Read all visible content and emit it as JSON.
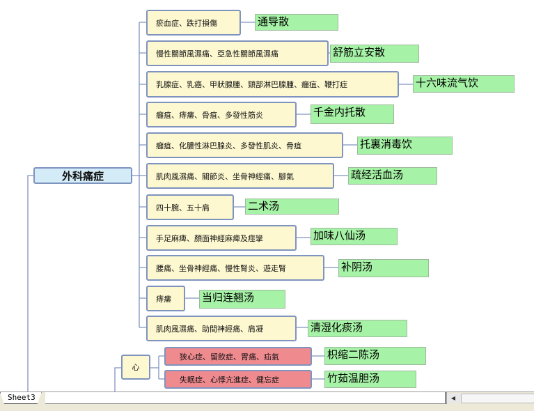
{
  "root": {
    "label": "外科痛症"
  },
  "branches": [
    {
      "symptom": "瘀血症、跌打損傷",
      "remedy": "通导散"
    },
    {
      "symptom": "慢性關節風濕痛、亞急性關節風濕痛",
      "remedy": "舒筋立安散"
    },
    {
      "symptom": "乳腺症、乳癌、甲狀腺腫、頸部淋巴腺腫、癰疽、鞭打症",
      "remedy": "十六味流气饮"
    },
    {
      "symptom": "癰疽、痔瘻、骨疽、多發性筋炎",
      "remedy": "千金内托散"
    },
    {
      "symptom": "癰疽、化膿性淋巴腺炎、多發性肌炎、骨疽",
      "remedy": "托裏消毒饮"
    },
    {
      "symptom": "肌肉風濕痛、關節炎、坐骨神經痛、腳氣",
      "remedy": "疏经活血汤"
    },
    {
      "symptom": "四十腕、五十肩",
      "remedy": "二术汤"
    },
    {
      "symptom": "手足麻痺、顏面神經麻痺及痙攣",
      "remedy": "加味八仙汤"
    },
    {
      "symptom": "腰痛、坐骨神經痛、慢性腎炎、遊走腎",
      "remedy": "补阴汤"
    },
    {
      "symptom": "痔瘻",
      "remedy": "当归连翘汤"
    },
    {
      "symptom": "肌肉風濕痛、助間神經痛、肩凝",
      "remedy": "清湿化痰汤"
    }
  ],
  "heart": {
    "label": "心",
    "branches": [
      {
        "symptom": "狭心症、留飲症、胃痛、疝氣",
        "remedy": "枳缩二陈汤"
      },
      {
        "symptom": "失眠症、心悸亢進症、健忘症",
        "remedy": "竹茹温胆汤"
      }
    ]
  },
  "sheet": {
    "tab_label": "Sheet3"
  },
  "colors": {
    "root_fill": "#d3ecf7",
    "node_fill": "#fdf8cf",
    "node_red_fill": "#ef8a8f",
    "node_border": "#7f93bf",
    "remedy_fill": "#a6f2a6",
    "connector": "#7f93bf"
  }
}
